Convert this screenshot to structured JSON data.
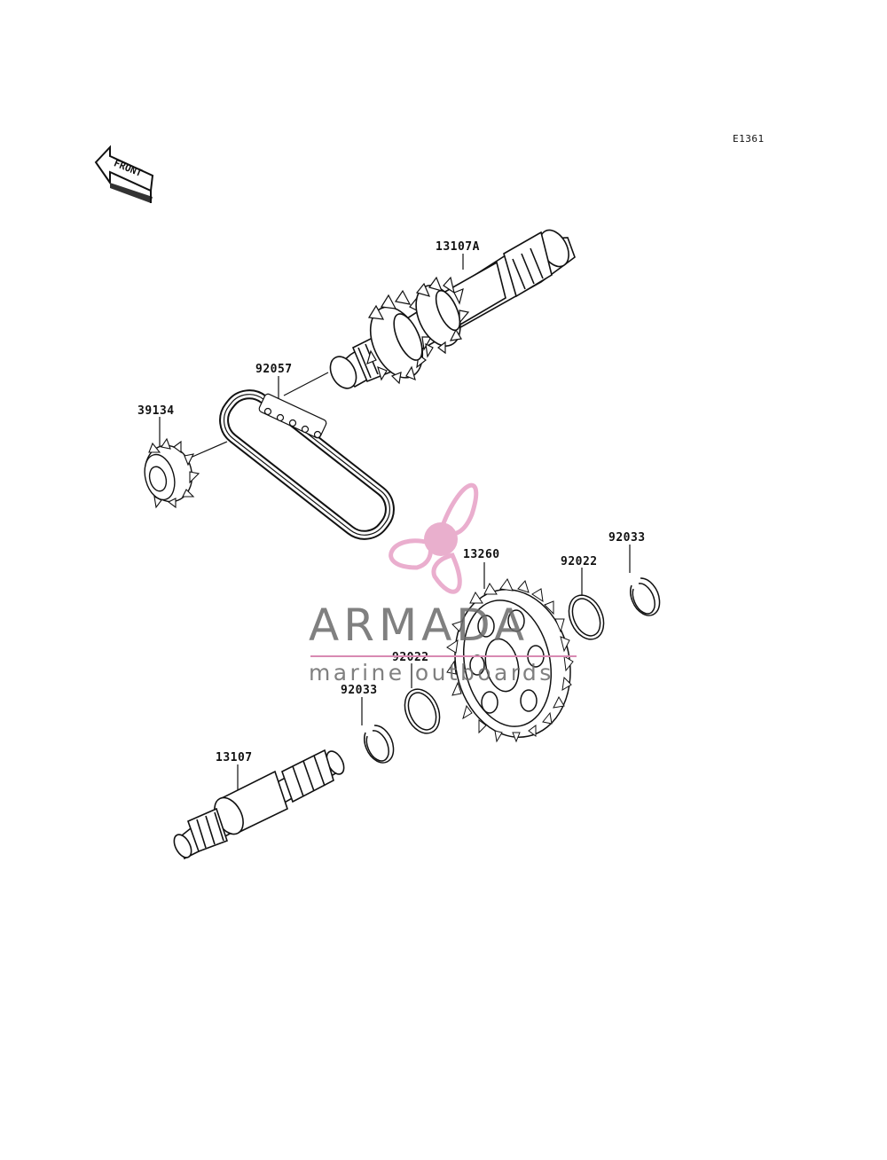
{
  "diagram_code": "E1361",
  "front_arrow_text": "FRONT",
  "parts": {
    "p13107A": "13107A",
    "p92057": "92057",
    "p39134": "39134",
    "p13260": "13260",
    "p92022_right": "92022",
    "p92033_right": "92033",
    "p92022_left": "92022",
    "p92033_left": "92033",
    "p13107": "13107"
  },
  "watermark": {
    "name": "ARMADA",
    "tagline": "marine outboards",
    "propeller_color": "#e8a6c9",
    "hub_color": "#e7a7c8",
    "text_color": "#6a6a6a"
  }
}
